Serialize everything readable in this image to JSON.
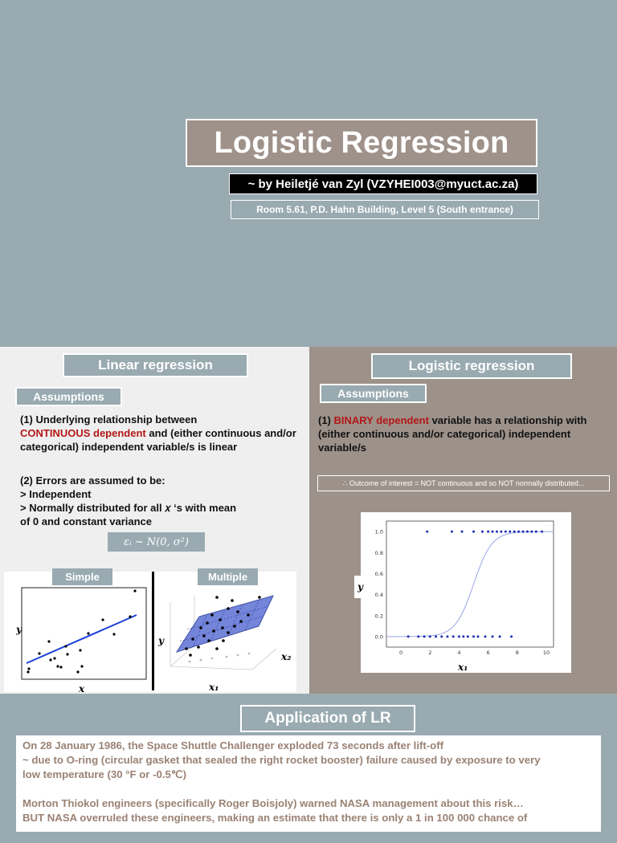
{
  "title": "Logistic Regression",
  "author": "~ by Heiletjé van Zyl (VZYHEI003@myuct.ac.za)",
  "room": "Room 5.61, P.D. Hahn Building, Level 5 (South entrance)",
  "left": {
    "header": "Linear regression",
    "assumptions_label": "Assumptions",
    "point1_prefix": "(1) Underlying relationship between",
    "point1_red": "CONTINUOUS dependent",
    "point1_rest": " and (either continuous and/or categorical) independent variable/s is linear",
    "point2_line1": "(2) Errors are assumed to be:",
    "point2_line2": "> Independent",
    "point2_line3": "> Normally distributed for all 𝑥 ‘s with mean",
    "point2_line4": "of 0 and constant variance",
    "formula": "εᵢ ~ N(0, σ²)",
    "simple_label": "Simple",
    "multiple_label": "Multiple",
    "simple_y": "y",
    "simple_x": "x",
    "multi_y": "y",
    "multi_x1": "x₁",
    "multi_x2": "x₂"
  },
  "right": {
    "header": "Logistic regression",
    "assumptions_label": "Assumptions",
    "point1_prefix": "(1) ",
    "point1_red": "BINARY dependent",
    "point1_rest": " variable has a relationship with (either continuous and/or categorical) independent variable/s",
    "note": "∴ Outcome of interest = NOT continuous and so NOT normally distributed...",
    "plot_ylabel": "y",
    "plot_xlabel": "x₁"
  },
  "chart_data": {
    "type": "scatter",
    "title": "",
    "xlabel": "x₁",
    "ylabel": "y",
    "xlim": [
      -1,
      10.5
    ],
    "ylim": [
      -0.1,
      1.1
    ],
    "xticks": [
      "0",
      "2",
      "4",
      "6",
      "8",
      "10"
    ],
    "yticks": [
      "0.0",
      "0.2",
      "0.4",
      "0.6",
      "0.8",
      "1.0"
    ],
    "points_y0": [
      0.5,
      1.2,
      1.6,
      2.0,
      2.4,
      2.8,
      3.2,
      3.6,
      4.0,
      4.3,
      4.6,
      5.0,
      5.3,
      5.8,
      6.3,
      6.8,
      7.6
    ],
    "points_y1": [
      1.8,
      3.5,
      4.2,
      5.0,
      5.6,
      6.0,
      6.3,
      6.6,
      6.9,
      7.2,
      7.5,
      7.8,
      8.1,
      8.4,
      8.7,
      9.0,
      9.3,
      9.7
    ],
    "curve": "logistic"
  },
  "application": {
    "header": "Application of LR",
    "para1_line1": "On 28 January 1986, the Space Shuttle Challenger exploded 73 seconds after lift-off",
    "para1_line2": "~ due to O-ring (circular gasket that sealed the right rocket booster) failure caused by exposure to very",
    "para1_line3": "low temperature (30 °F or -0.5℃)",
    "para2_line1": "Morton Thiokol engineers (specifically Roger Boisjoly) warned NASA management about this risk…",
    "para2_line2": "BUT NASA overruled these engineers, making an estimate that there is only a 1 in 100 000 chance of"
  }
}
